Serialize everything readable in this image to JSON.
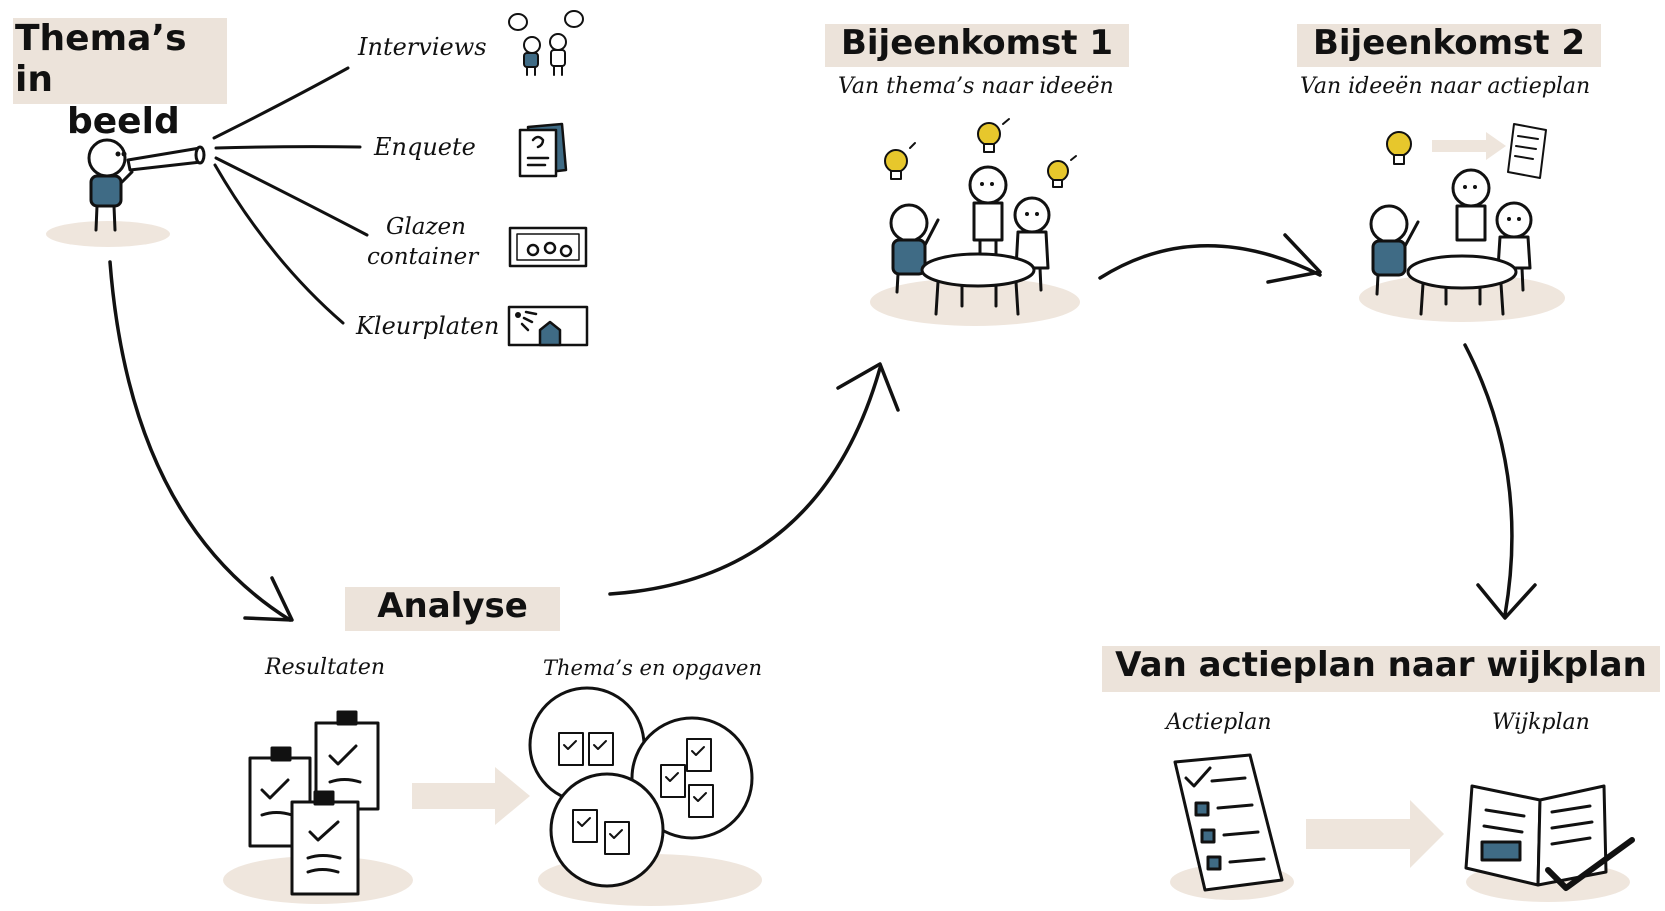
{
  "stages": {
    "themas": {
      "title_line1": "Thema’s in",
      "title_line2": "beeld"
    },
    "bijeenkomst1": {
      "title": "Bijeenkomst 1",
      "subtitle": "Van thema’s naar ideeën"
    },
    "bijeenkomst2": {
      "title": "Bijeenkomst 2",
      "subtitle": "Van ideeën naar actieplan"
    },
    "analyse": {
      "title": "Analyse",
      "left_label": "Resultaten",
      "right_label": "Thema’s en opgaven"
    },
    "wijkplan": {
      "title": "Van actieplan naar wijkplan",
      "left_label": "Actieplan",
      "right_label": "Wijkplan"
    }
  },
  "methods": [
    {
      "label": "Interviews"
    },
    {
      "label": "Enquete"
    },
    {
      "label_line1": "Glazen",
      "label_line2": "container"
    },
    {
      "label": "Kleurplaten"
    }
  ],
  "colors": {
    "accent_blue": "#3f6b85",
    "label_bg": "#ece3da",
    "ground": "#efe6dd",
    "bulb": "#e7c72c",
    "arrow_fill": "#eee5dc"
  }
}
